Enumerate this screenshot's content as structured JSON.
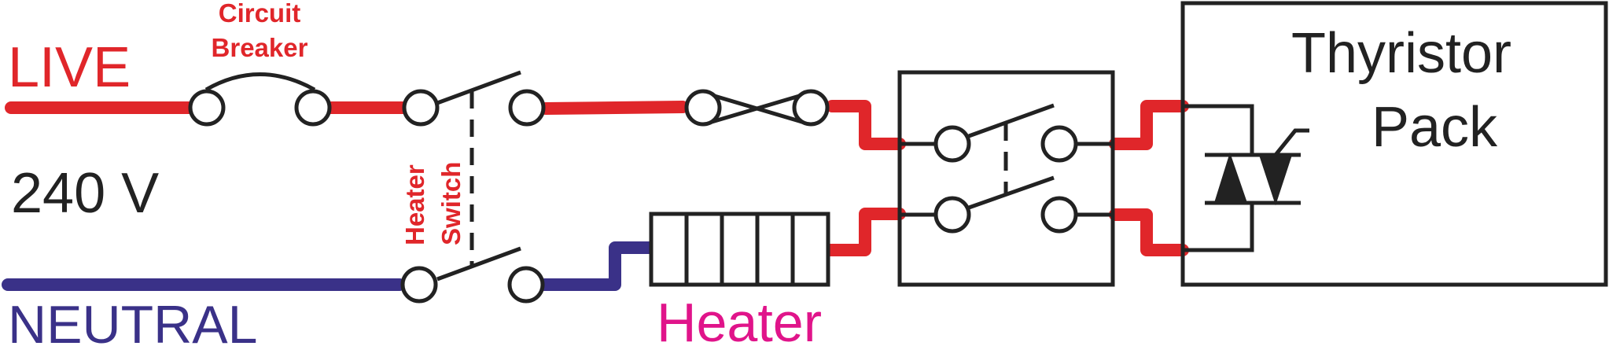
{
  "labels": {
    "live": "LIVE",
    "neutral": "NEUTRAL",
    "voltage": "240 V",
    "circuit_breaker_line1": "Circuit",
    "circuit_breaker_line2": "Breaker",
    "heater_switch_line1": "Heater",
    "heater_switch_line2": "Switch",
    "heater": "Heater",
    "thyristor_line1": "Thyristor",
    "thyristor_line2": "Pack"
  },
  "colors": {
    "live": "#e0262a",
    "neutral": "#3a3188",
    "heater_label": "#e0148a",
    "line": "#222222",
    "background": "#ffffff"
  }
}
